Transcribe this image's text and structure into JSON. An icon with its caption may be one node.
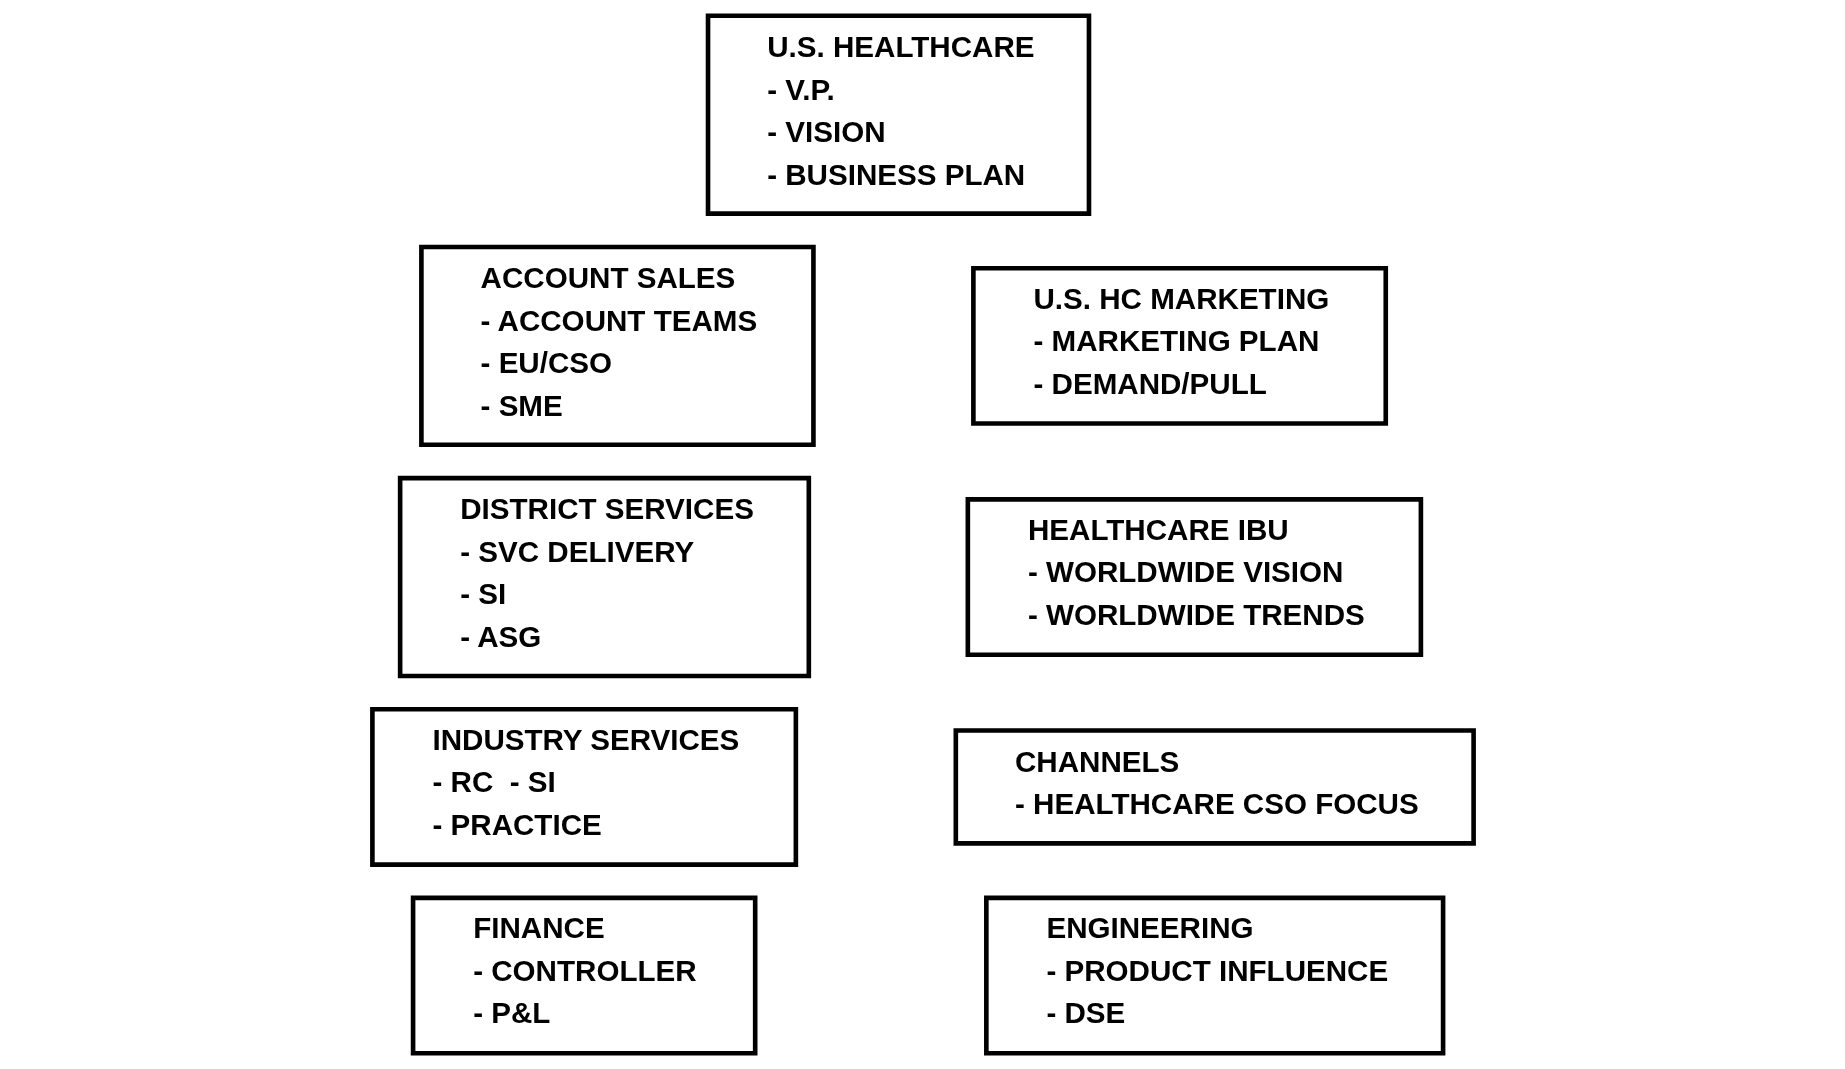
{
  "diagram": {
    "nodes": [
      {
        "text": [
          "U.S. HEALTHCARE",
          "- V.P.",
          "- VISION",
          "- BUSINESS PLAN"
        ]
      },
      {
        "text": [
          "ACCOUNT SALES",
          "- ACCOUNT TEAMS",
          "- EU/CSO",
          "- SME"
        ]
      },
      {
        "text": [
          "U.S. HC MARKETING",
          "- MARKETING PLAN",
          "- DEMAND/PULL"
        ]
      },
      {
        "text": [
          "DISTRICT SERVICES",
          "- SVC DELIVERY",
          "- SI",
          "- ASG"
        ]
      },
      {
        "text": [
          "HEALTHCARE IBU",
          "- WORLDWIDE VISION",
          "- WORLDWIDE TRENDS"
        ]
      },
      {
        "text": [
          "INDUSTRY SERVICES",
          "- RC  - SI",
          "- PRACTICE"
        ]
      },
      {
        "text": [
          "CHANNELS",
          "- HEALTHCARE CSO FOCUS"
        ]
      },
      {
        "text": [
          "FINANCE",
          "- CONTROLLER",
          "- P&L"
        ]
      },
      {
        "text": [
          "ENGINEERING",
          "- PRODUCT INFLUENCE",
          "- DSE"
        ]
      }
    ]
  }
}
